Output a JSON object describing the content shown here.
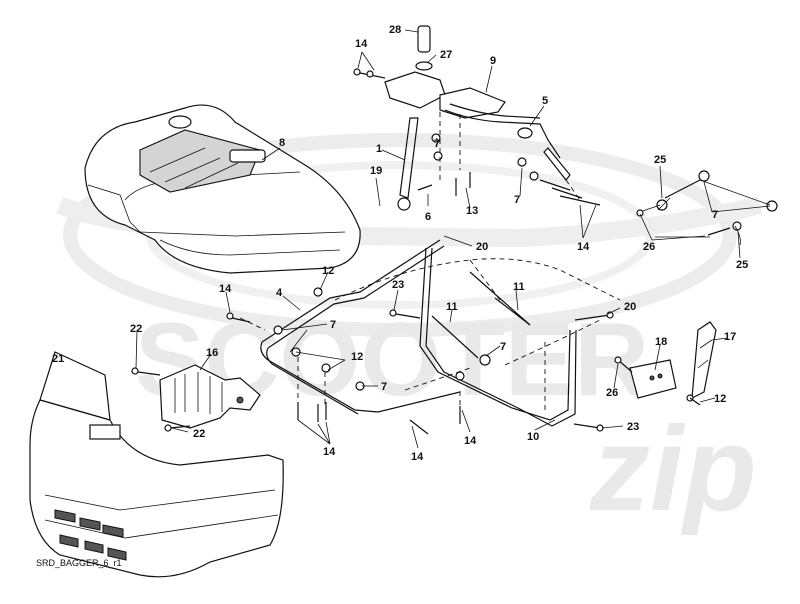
{
  "watermark": {
    "brand": "SCOOTER",
    "script": "zip"
  },
  "caption": "SRD_BAGGER_6_r1",
  "callouts": [
    "28",
    "27",
    "14",
    "9",
    "5",
    "7",
    "1",
    "19",
    "6",
    "13",
    "8",
    "7",
    "14",
    "25",
    "7",
    "26",
    "25",
    "20",
    "12",
    "4",
    "14",
    "23",
    "11",
    "11",
    "7",
    "20",
    "22",
    "21",
    "16",
    "12",
    "7",
    "7",
    "18",
    "17",
    "26",
    "12",
    "22",
    "14",
    "14",
    "10",
    "23",
    "14"
  ],
  "colors": {
    "line": "#111111",
    "fill_grey": "#d4d4d4",
    "watermark": "#e9e9e9"
  }
}
